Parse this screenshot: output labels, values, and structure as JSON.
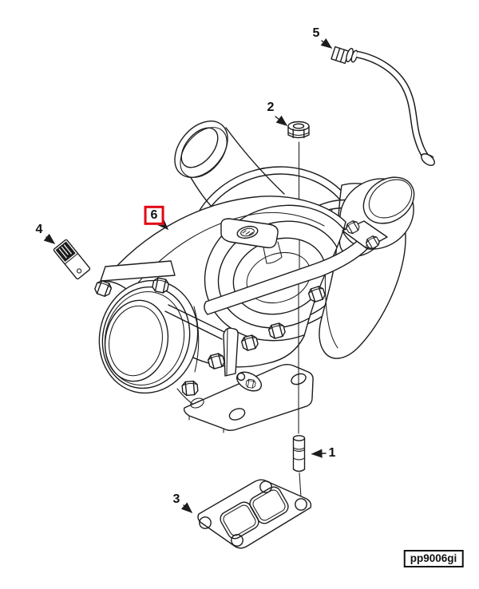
{
  "diagram": {
    "colors": {
      "line": "#1c1c1c",
      "highlight_red": "#e30613",
      "background": "#ffffff"
    },
    "callouts": {
      "c1": {
        "label": "1"
      },
      "c2": {
        "label": "2"
      },
      "c3": {
        "label": "3"
      },
      "c4": {
        "label": "4"
      },
      "c5": {
        "label": "5"
      },
      "c6": {
        "label": "6",
        "highlighted": true
      }
    },
    "code_box": {
      "text": "pp9006gi"
    }
  }
}
